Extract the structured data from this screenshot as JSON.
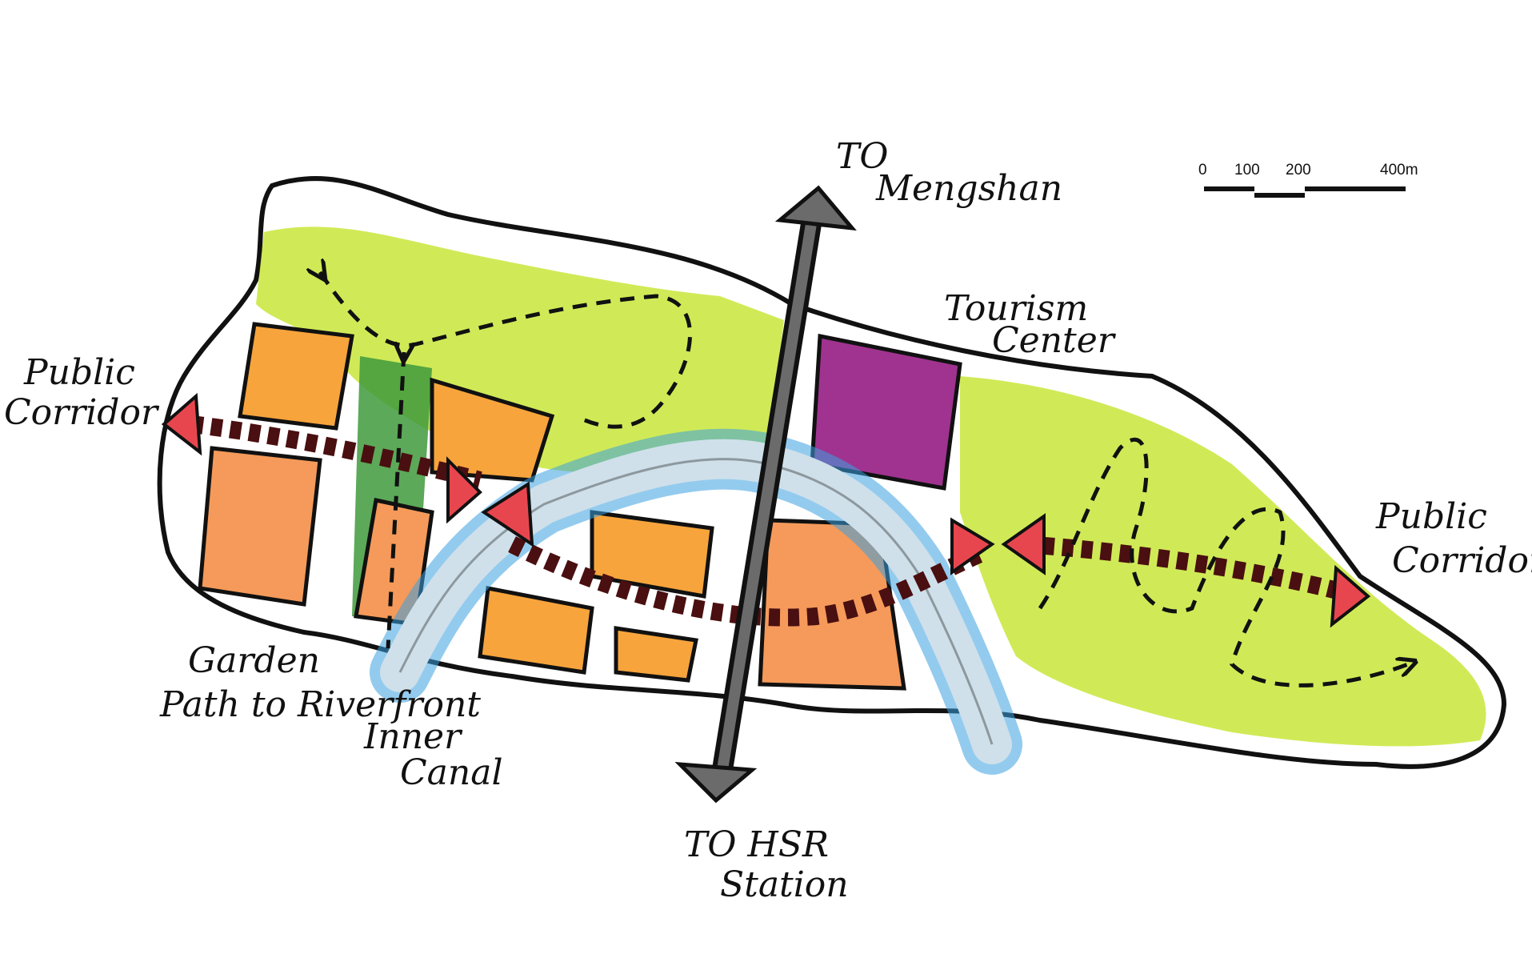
{
  "labels": {
    "to_mengshan": [
      "TO",
      "Mengshan"
    ],
    "tourism_center": [
      "Tourism",
      "Center"
    ],
    "public_corridor_left": [
      "Public",
      "Corridor"
    ],
    "public_corridor_right": [
      "Public",
      "Corridor"
    ],
    "garden": [
      "Garden",
      "Path to Riverfront"
    ],
    "inner_canal": [
      "Inner",
      "Canal"
    ],
    "to_hsr": [
      "TO HSR",
      "Station"
    ]
  },
  "scale_bar": {
    "ticks": [
      "0",
      "100",
      "200",
      "400m"
    ]
  },
  "colors": {
    "outline": "#111111",
    "park_green": "#c8e63a",
    "garden_green": "#3f9a3c",
    "urban_orange": "#f7a43c",
    "urban_orange_light": "#f59a5a",
    "tourism_purple": "#a0338f",
    "canal_fill": "#cfe0ea",
    "canal_edge": "#3aa0e0",
    "corridor_red": "#e8464e",
    "corridor_dash": "#4a0f10",
    "axis_gray": "#6b6b6b"
  }
}
